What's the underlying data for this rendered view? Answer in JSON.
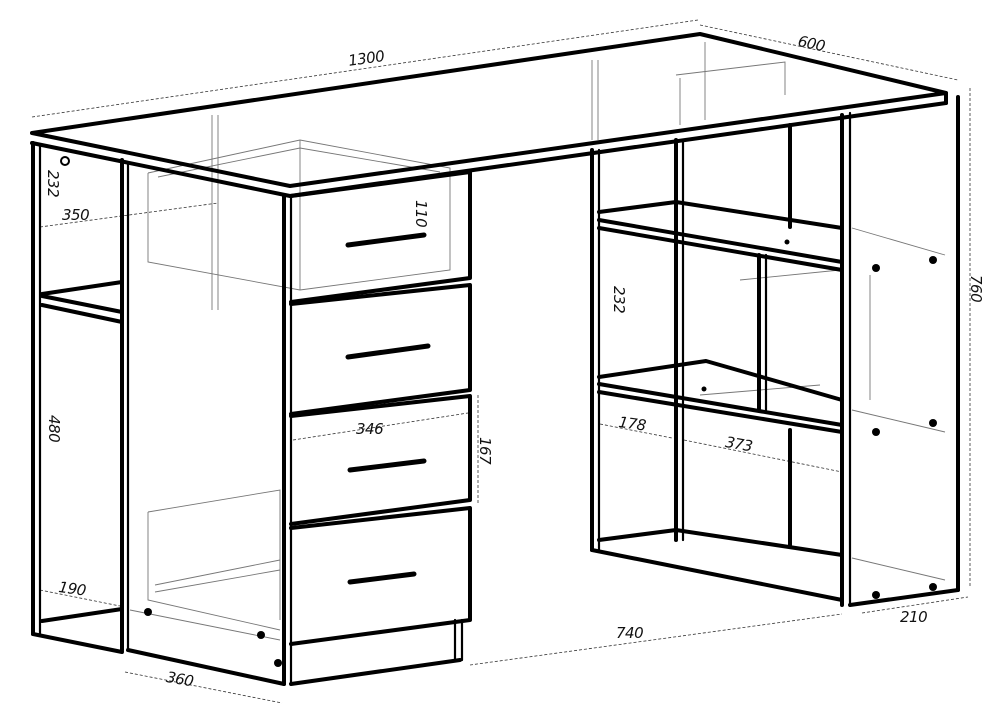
{
  "drawing": {
    "subject": "Writing desk with drawer pedestal and open shelving unit",
    "colors": {
      "line": "#000000",
      "hidden_line": "#777777",
      "background": "#ffffff"
    }
  },
  "dimensions": {
    "overall_width": "1300",
    "overall_depth": "600",
    "overall_height": "760",
    "left_upper_niche_height": "232",
    "left_shelf_depth": "350",
    "left_lower_niche_height": "480",
    "left_bottom_depth": "190",
    "pedestal_depth": "360",
    "top_drawer_height": "110",
    "drawer_width": "346",
    "drawer_height": "167",
    "right_upper_niche_height": "232",
    "right_shelf_left_width": "178",
    "right_shelf_right_width": "373",
    "knee_space_width": "740",
    "shelf_unit_depth": "210"
  }
}
